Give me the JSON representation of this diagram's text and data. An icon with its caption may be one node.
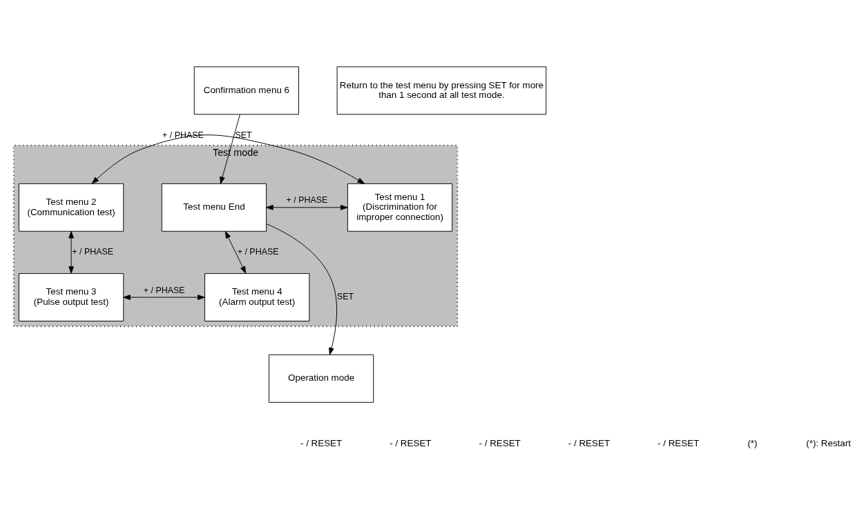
{
  "diagram": {
    "nodes": [
      {
        "text": [
          "Confirmation menu 6"
        ]
      },
      {
        "text": [
          "Test mode"
        ]
      },
      {
        "text": [
          "Test menu End"
        ],
        "in": 1
      },
      {
        "text": [
          "Test menu 1",
          "(Discrimination for improper connection)"
        ],
        "in": 1
      },
      {
        "text": [
          "Test menu 2",
          "(Communication test)"
        ],
        "in": 1
      },
      {
        "text": [
          "Test menu 3",
          "(Pulse output test)"
        ],
        "in": 1
      },
      {
        "text": [
          "Test menu 4",
          "(Alarm output test)"
        ],
        "in": 1
      },
      {
        "text": [
          "Operation mode"
        ]
      },
      {
        "text": [
          "Return to the test menu by pressing SET for more than 1 second at all test mode."
        ]
      }
    ],
    "edges": [
      {
        "from": 0,
        "to": 2,
        "arrow": "to",
        "label": "SET"
      },
      {
        "from": 2,
        "to": 3,
        "arrow": "both",
        "label": "+ / PHASE"
      },
      {
        "from": 3,
        "to": 4,
        "arrow": "both",
        "label": "+ / PHASE"
      },
      {
        "from": 4,
        "to": 5,
        "arrow": "both",
        "label": "+ / PHASE"
      },
      {
        "from": 2,
        "to": 6,
        "arrow": "both",
        "label": "+ / PHASE"
      },
      {
        "from": 6,
        "to": 5,
        "arrow": "both",
        "label": "+ / PHASE"
      },
      {
        "from": 2,
        "to": 7,
        "arrow": "to",
        "label": "SET"
      }
    ],
    "labels": [
      "- / RESET",
      "- / RESET",
      "- / RESET",
      "- / RESET",
      "- / RESET",
      "(*)",
      "(*): Restart"
    ]
  }
}
